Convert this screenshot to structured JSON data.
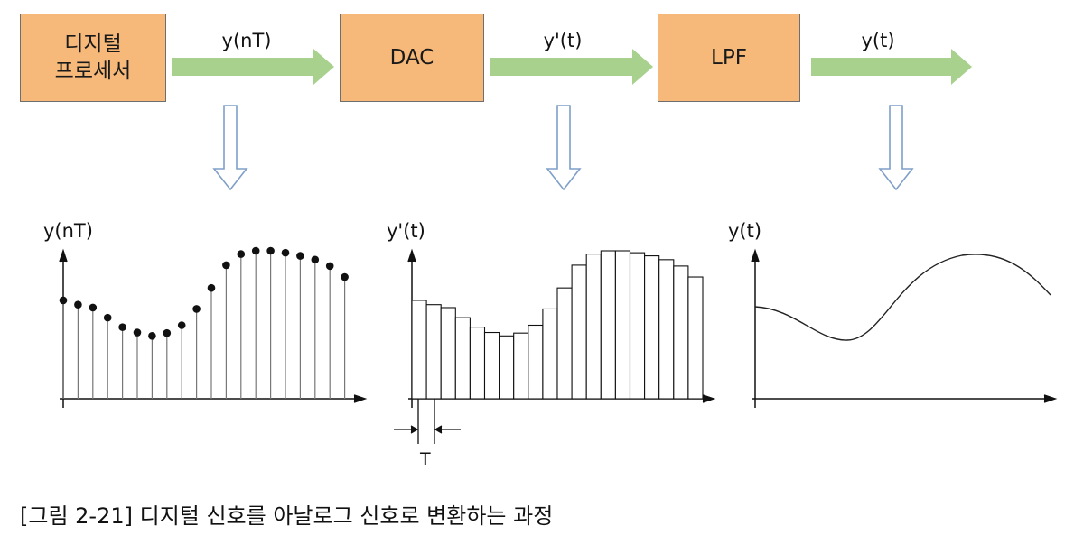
{
  "blocks": {
    "processor": "디지털\n프로세서",
    "dac": "DAC",
    "lpf": "LPF"
  },
  "signals": {
    "s1": "y(nT)",
    "s2": "y'(t)",
    "s3": "y(t)"
  },
  "plots": {
    "p1_title": "y(nT)",
    "p2_title": "y'(t)",
    "p3_title": "y(t)",
    "period": "T"
  },
  "caption": "[그림 2-21] 디지털 신호를 아날로그 신호로 변환하는 과정",
  "samples": [
    0.665,
    0.636,
    0.616,
    0.548,
    0.484,
    0.448,
    0.425,
    0.444,
    0.497,
    0.607,
    0.749,
    0.903,
    0.978,
    1.0,
    1.0,
    0.987,
    0.966,
    0.94,
    0.897,
    0.823
  ],
  "colors": {
    "block_fill": "#f6b97a",
    "flow_arrow": "#a9d18e",
    "down_arrow": "#7f9fc8"
  }
}
